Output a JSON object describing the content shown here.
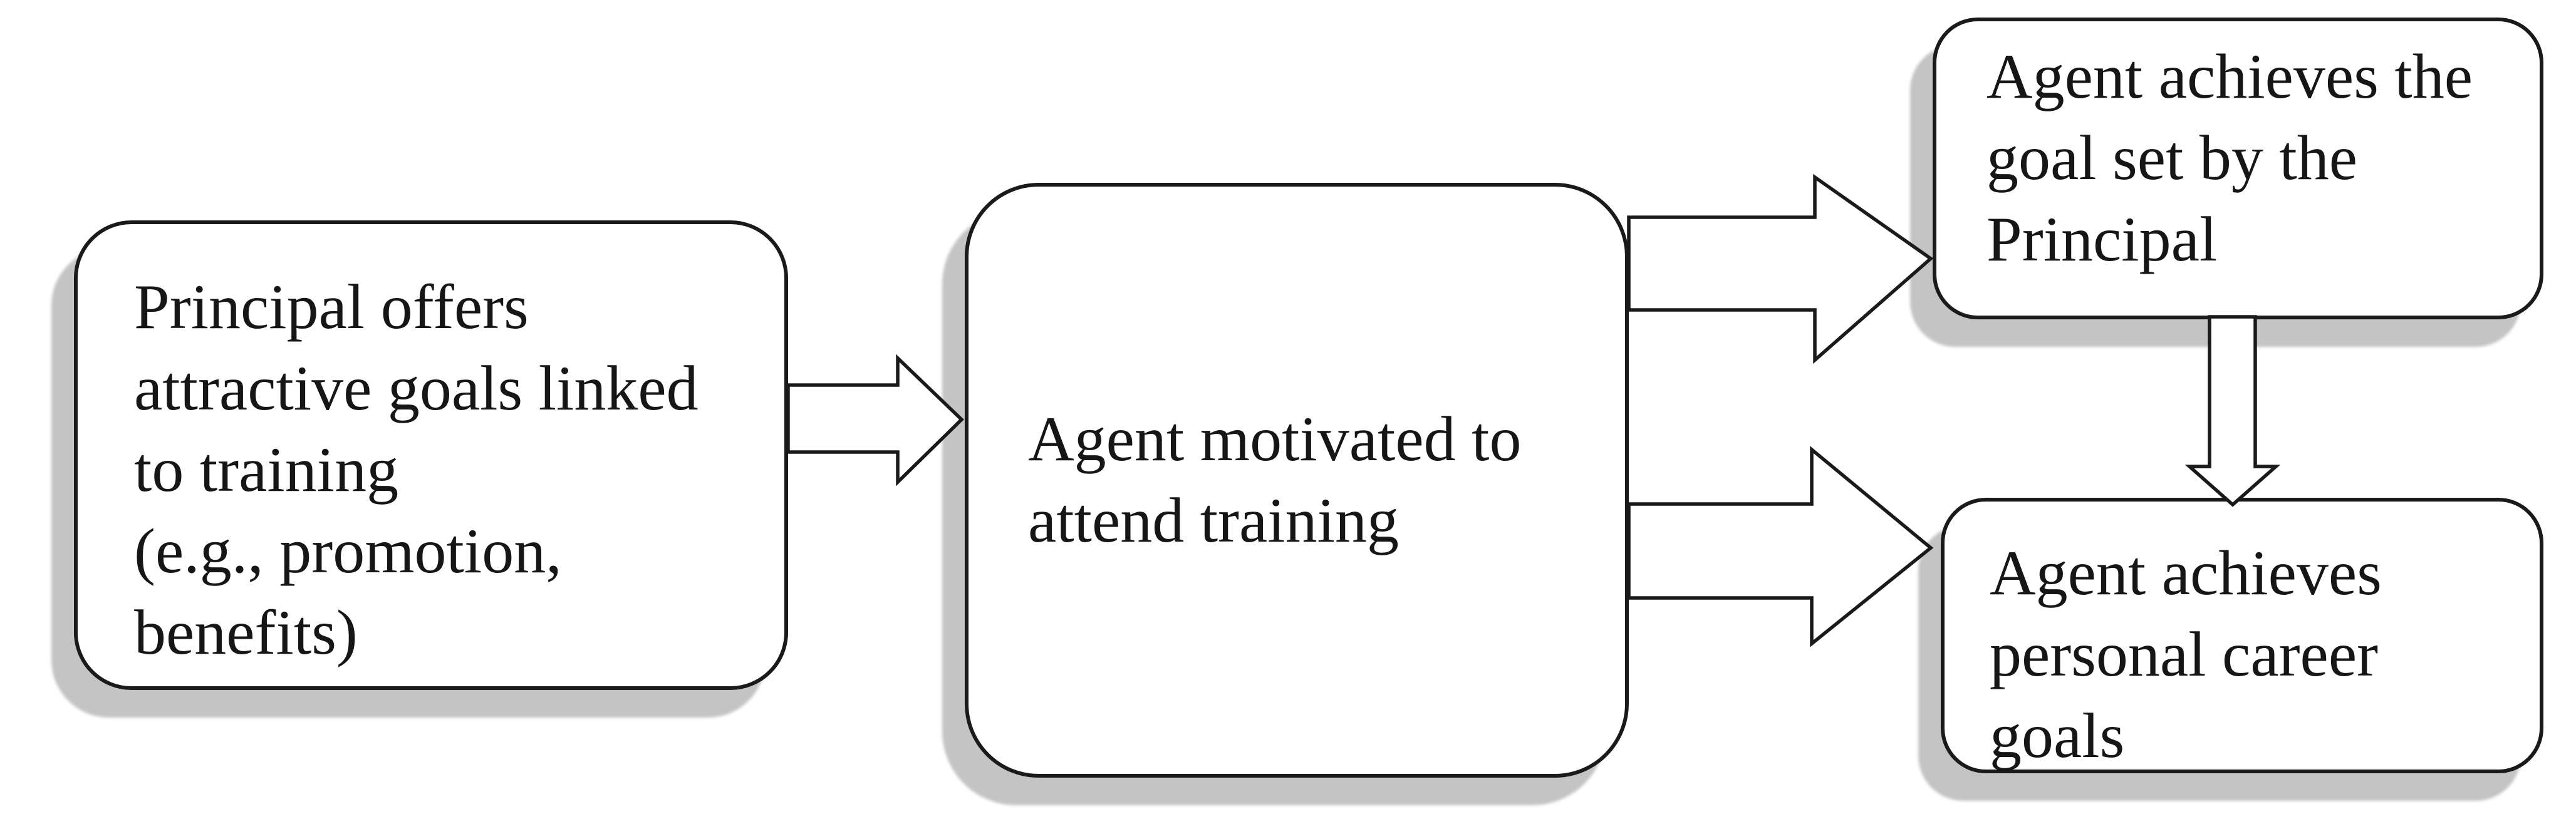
{
  "diagram": {
    "title": "Principal-agent training motivation flow",
    "colors": {
      "background": "#ffffff",
      "node_fill": "#ffffff",
      "node_border": "#1a1a1a",
      "node_shadow": "#c4c4c4",
      "text": "#161616"
    },
    "nodes": [
      {
        "id": "principal-offer",
        "lines": [
          "Principal offers",
          "attractive goals linked",
          "to training",
          "(e.g., promotion,",
          "benefits)"
        ]
      },
      {
        "id": "agent-motivated",
        "lines": [
          "Agent motivated to",
          "attend training"
        ]
      },
      {
        "id": "goal-principal",
        "lines": [
          "Agent achieves the",
          "goal set by the",
          "Principal"
        ]
      },
      {
        "id": "goal-personal",
        "lines": [
          "Agent achieves",
          "personal career",
          "goals"
        ]
      }
    ],
    "connections": [
      {
        "from": "principal-offer",
        "to": "agent-motivated",
        "style": "hollow-block-arrow"
      },
      {
        "from": "agent-motivated",
        "to": "goal-principal",
        "style": "hollow-block-arrow"
      },
      {
        "from": "agent-motivated",
        "to": "goal-personal",
        "style": "hollow-block-arrow"
      },
      {
        "from": "goal-principal",
        "to": "goal-personal",
        "style": "hollow-line-arrow"
      }
    ]
  }
}
